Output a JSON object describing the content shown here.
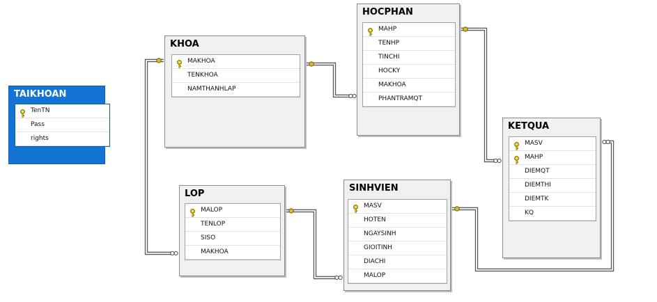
{
  "diagram": {
    "tables": [
      {
        "id": "TAIKHOAN",
        "title": "TAIKHOAN",
        "selected": true,
        "columns": [
          {
            "name": "TenTN",
            "pk": true
          },
          {
            "name": "Pass",
            "pk": false
          },
          {
            "name": "rights",
            "pk": false
          }
        ]
      },
      {
        "id": "KHOA",
        "title": "KHOA",
        "selected": false,
        "columns": [
          {
            "name": "MAKHOA",
            "pk": true
          },
          {
            "name": "TENKHOA",
            "pk": false
          },
          {
            "name": "NAMTHANHLAP",
            "pk": false
          }
        ]
      },
      {
        "id": "HOCPHAN",
        "title": "HOCPHAN",
        "selected": false,
        "columns": [
          {
            "name": "MAHP",
            "pk": true
          },
          {
            "name": "TENHP",
            "pk": false
          },
          {
            "name": "TINCHI",
            "pk": false
          },
          {
            "name": "HOCKY",
            "pk": false
          },
          {
            "name": "MAKHOA",
            "pk": false
          },
          {
            "name": "PHANTRAMQT",
            "pk": false
          }
        ]
      },
      {
        "id": "KETQUA",
        "title": "KETQUA",
        "selected": false,
        "columns": [
          {
            "name": "MASV",
            "pk": true
          },
          {
            "name": "MAHP",
            "pk": true
          },
          {
            "name": "DIEMQT",
            "pk": false
          },
          {
            "name": "DIEMTHI",
            "pk": false
          },
          {
            "name": "DIEMTK",
            "pk": false
          },
          {
            "name": "KQ",
            "pk": false
          }
        ]
      },
      {
        "id": "LOP",
        "title": "LOP",
        "selected": false,
        "columns": [
          {
            "name": "MALOP",
            "pk": true
          },
          {
            "name": "TENLOP",
            "pk": false
          },
          {
            "name": "SISO",
            "pk": false
          },
          {
            "name": "MAKHOA",
            "pk": false
          }
        ]
      },
      {
        "id": "SINHVIEN",
        "title": "SINHVIEN",
        "selected": false,
        "columns": [
          {
            "name": "MASV",
            "pk": true
          },
          {
            "name": "HOTEN",
            "pk": false
          },
          {
            "name": "NGAYSINH",
            "pk": false
          },
          {
            "name": "GIOITINH",
            "pk": false
          },
          {
            "name": "DIACHI",
            "pk": false
          },
          {
            "name": "MALOP",
            "pk": false
          }
        ]
      }
    ],
    "relationships": [
      {
        "from": "KHOA",
        "to": "HOCPHAN"
      },
      {
        "from": "KHOA",
        "to": "LOP"
      },
      {
        "from": "HOCPHAN",
        "to": "KETQUA"
      },
      {
        "from": "LOP",
        "to": "SINHVIEN"
      },
      {
        "from": "SINHVIEN",
        "to": "KETQUA"
      }
    ],
    "colors": {
      "selected_header": "#1474d4",
      "table_bg": "#f0f0f0",
      "connector": "#5a5a5a",
      "key": "#e0c000"
    }
  }
}
